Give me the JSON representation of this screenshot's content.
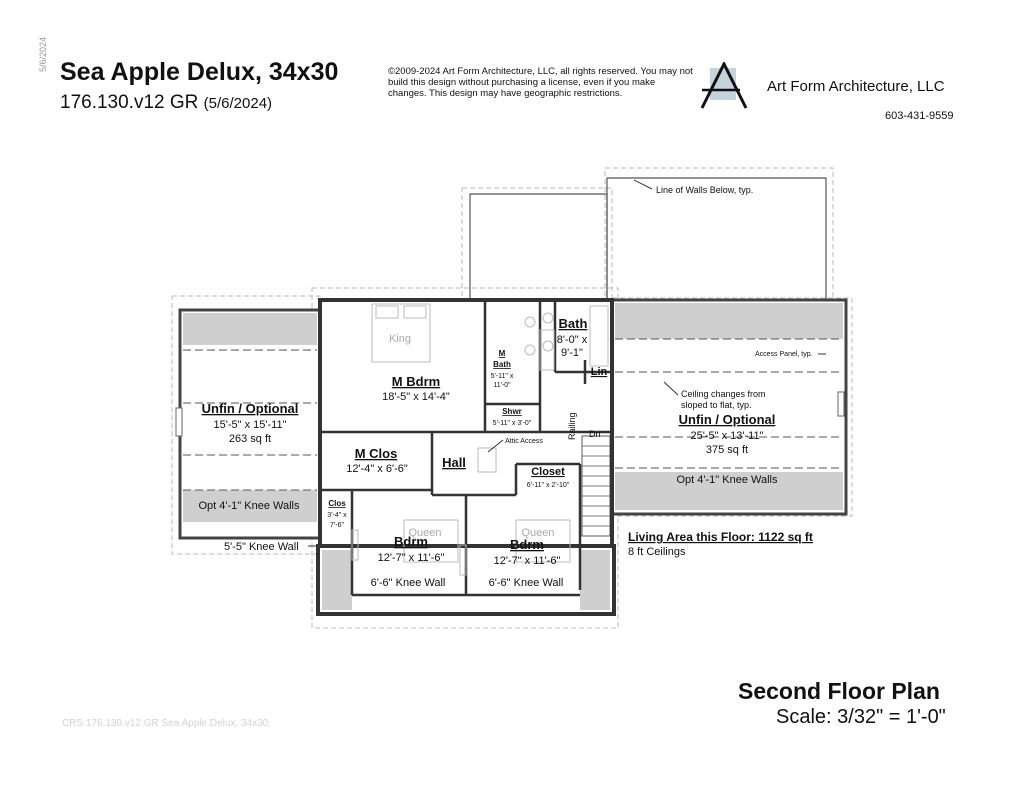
{
  "header": {
    "side_date": "5/6/2024",
    "title": "Sea Apple Delux, 34x30",
    "plan_code": "176.130.v12 GR",
    "plan_date": "(5/6/2024)",
    "copyright": "©2009-2024 Art Form Architecture, LLC, all rights reserved. You may not build this design without purchasing a license, even if you make changes. This design may have geographic restrictions.",
    "company": "Art Form Architecture, LLC",
    "phone": "603-431-9559"
  },
  "footer": {
    "plan_title": "Second Floor Plan",
    "scale": "Scale: 3/32\" = 1'-0\"",
    "watermark": "CRS 176.130.v12 GR Sea Apple Delux, 34x30"
  },
  "rooms": {
    "unfin_left": {
      "name": "Unfin / Optional",
      "dims": "15'-5\" x 15'-11\"",
      "area": "263 sq ft",
      "knee": "Opt 4'-1\" Knee Walls"
    },
    "unfin_right": {
      "name": "Unfin / Optional",
      "dims": "25'-5\" x 13'-11\"",
      "area": "375 sq ft",
      "knee": "Opt 4'-1\" Knee Walls"
    },
    "m_bdrm": {
      "name": "M Bdrm",
      "dims": "18'-5\" x 14'-4\"",
      "bed": "King"
    },
    "m_bath": {
      "name1": "M",
      "name2": "Bath",
      "dims1": "5'-11\" x",
      "dims2": "11'-0\""
    },
    "shwr": {
      "name": "Shwr",
      "dims": "5'-11\" x 3'-0\""
    },
    "bath": {
      "name": "Bath",
      "dims1": "8'-0\" x",
      "dims2": "9'-1\""
    },
    "lin": {
      "name": "Lin"
    },
    "m_clos": {
      "name": "M Clos",
      "dims": "12'-4\" x 6'-6\""
    },
    "hall": {
      "name": "Hall"
    },
    "closet": {
      "name": "Closet",
      "dims": "6'-11\" x 2'-10\""
    },
    "clos": {
      "name": "Clos",
      "dims1": "3'-4\" x",
      "dims2": "7'-6\""
    },
    "bdrm_left": {
      "name": "Bdrm",
      "dims": "12'-7\" x 11'-6\"",
      "bed": "Queen",
      "knee": "6'-6\" Knee Wall"
    },
    "bdrm_right": {
      "name": "Bdrm",
      "dims": "12'-7\" x 11'-6\"",
      "bed": "Queen",
      "knee": "6'-6\" Knee Wall"
    }
  },
  "notes": {
    "line_of_walls": "Line of Walls Below, typ.",
    "access_panel": "Access Panel, typ.",
    "ceiling_changes_1": "Ceiling changes from",
    "ceiling_changes_2": "sloped to flat, typ.",
    "attic_access": "Attic Access",
    "railing": "Railing",
    "dn": "Dn",
    "knee_wall_left": "5'-5\" Knee Wall",
    "living_area": "Living Area this Floor: 1122 sq ft",
    "ceilings": "8 ft Ceilings"
  }
}
